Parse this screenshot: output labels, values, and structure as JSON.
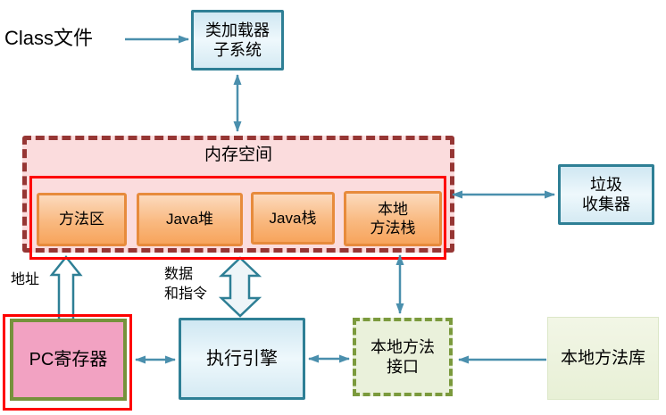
{
  "diagram": {
    "class_file": {
      "label": "Class文件"
    },
    "class_loader": {
      "label": "类加载器\n子系统"
    },
    "memory": {
      "title": "内存空间",
      "areas": [
        {
          "label": "方法区"
        },
        {
          "label": "Java堆"
        },
        {
          "label": "Java栈"
        },
        {
          "label": "本地\n方法栈"
        }
      ]
    },
    "garbage_collector": {
      "label": "垃圾\n收集器"
    },
    "pc_register": {
      "label": "PC寄存器"
    },
    "execution_engine": {
      "label": "执行引擎"
    },
    "native_interface": {
      "label": "本地方法\n接口"
    },
    "native_library": {
      "label": "本地方法库"
    },
    "edge_labels": {
      "address": "地址",
      "data_instructions": "数据\n和指令"
    },
    "colors": {
      "teal_border": "#2e7f95",
      "arrow_blue": "#4a8fad",
      "memory_fill": "#fbdcdd",
      "memory_dash_border": "#963634",
      "runtime_red_border": "#fe0000",
      "orange_border": "#e78b3c",
      "orange_fill_top": "#fcdabd",
      "orange_fill_bottom": "#f7a45c",
      "pc_pink_fill": "#f2a2c2",
      "olive_border": "#76923c",
      "native_green_fill": "#eaf1db",
      "blue_fill_top": "#cfe7f2"
    }
  }
}
